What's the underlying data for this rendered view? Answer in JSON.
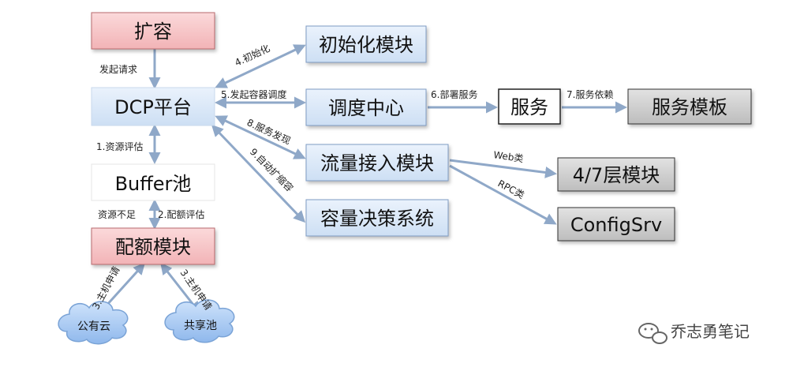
{
  "nodes": {
    "expand": "扩容",
    "dcp": "DCP平台",
    "buffer": "Buffer池",
    "quota": "配额模块",
    "init": "初始化模块",
    "schedule": "调度中心",
    "traffic": "流量接入模块",
    "capacity": "容量决策系统",
    "service": "服务",
    "template": "服务模板",
    "layer": "4/7层模块",
    "configsrv": "ConfigSrv",
    "public_cloud": "公有云",
    "shared_pool": "共享池"
  },
  "edges": {
    "request": "发起请求",
    "eval": "1.资源评估",
    "insufficient": "资源不足",
    "quota_eval": "2.配额评估",
    "host_apply_left": "3.主机申请",
    "host_apply_right": "3.主机申请",
    "init": "4.初始化",
    "schedule": "5.发起容器调度",
    "deploy": "6.部署服务",
    "depend": "7.服务依赖",
    "discover": "8.服务发现",
    "autoscale": "9.自动扩缩容",
    "web": "Web类",
    "rpc": "RPC类"
  },
  "watermark": "乔志勇笔记",
  "colors": {
    "red_fill": "#f6c6c8",
    "blue_fill": "#dce8f7",
    "gray_fill": "#d0d0d0",
    "arrow": "#8fa8c8"
  }
}
